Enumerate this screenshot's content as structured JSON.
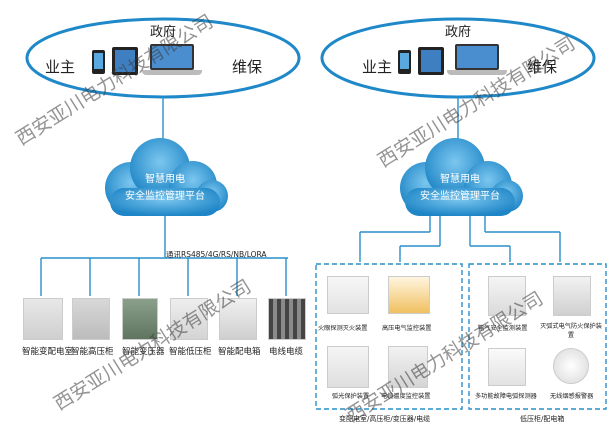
{
  "left": {
    "top": {
      "government": "政府",
      "owner": "业主",
      "maintenance": "维保"
    },
    "cloud": {
      "line1": "智慧用电",
      "line2": "安全监控管理平台"
    },
    "comm_label": "通讯RS485/4G/RS/NB/LORA",
    "devices": [
      {
        "label": "智能变配电室",
        "icon": "switchgear-cabinet-icon"
      },
      {
        "label": "智能高压柜",
        "icon": "hv-cabinet-icon"
      },
      {
        "label": "智能变压器",
        "icon": "transformer-icon"
      },
      {
        "label": "智能低压柜",
        "icon": "lv-cabinet-icon"
      },
      {
        "label": "智能配电箱",
        "icon": "distribution-box-icon"
      },
      {
        "label": "电线电缆",
        "icon": "cable-icon"
      }
    ]
  },
  "right": {
    "top": {
      "government": "政府",
      "owner": "业主",
      "maintenance": "维保"
    },
    "cloud": {
      "line1": "智慧用电",
      "line2": "安全监控管理平台"
    },
    "group1": {
      "caption": "变配电室/高压柜/变压器/电缆",
      "items": [
        {
          "label": "火眼探测灭火装置",
          "icon": "fire-detector-icon"
        },
        {
          "label": "高压电气监控装置",
          "icon": "hv-monitor-icon"
        },
        {
          "label": "弧光保护装置",
          "icon": "arc-protection-icon"
        },
        {
          "label": "电缆温度监控装置",
          "icon": "cable-temp-monitor-icon"
        }
      ]
    },
    "group2": {
      "caption": "低压柜/配电箱",
      "items": [
        {
          "label": "电气安全监测装置",
          "icon": "safety-monitor-icon"
        },
        {
          "label": "灭弧式电气防火保护装置",
          "icon": "arc-fire-protector-icon"
        },
        {
          "label": "多功能故障电弧探测器",
          "icon": "fault-arc-detector-icon"
        },
        {
          "label": "无线烟感报警器",
          "icon": "smoke-alarm-icon"
        }
      ]
    }
  },
  "watermark": "西安亚川电力科技有限公司",
  "colors": {
    "ellipse": "#1f88c8",
    "cloud": "#2a8fcb",
    "line": "#2a8fcb",
    "dashed": "#2a8fcb"
  }
}
